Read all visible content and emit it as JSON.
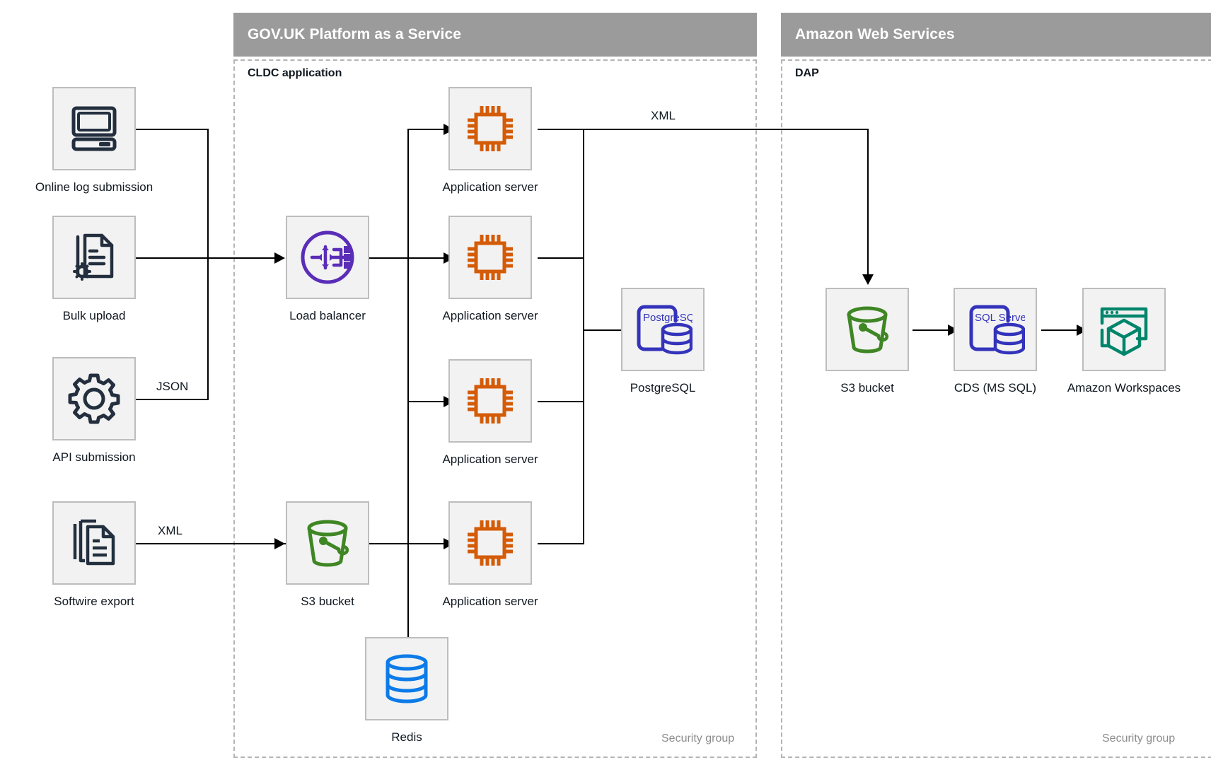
{
  "groups": [
    {
      "id": "paas",
      "title": "GOV.UK Platform as a Service",
      "sub_label": "CLDC application",
      "security_label": "Security group"
    },
    {
      "id": "aws",
      "title": "Amazon Web Services",
      "sub_label": "DAP",
      "security_label": "Security group"
    }
  ],
  "sources": [
    {
      "id": "online-log-submission",
      "label": "Online log submission",
      "icon": "desktop-computer-icon",
      "color": "#232F3E"
    },
    {
      "id": "bulk-upload",
      "label": "Bulk upload",
      "icon": "document-gear-icon",
      "color": "#232F3E"
    },
    {
      "id": "api-submission",
      "label": "API submission",
      "icon": "gear-icon",
      "color": "#232F3E"
    },
    {
      "id": "softwire-export",
      "label": "Softwire export",
      "icon": "documents-stack-icon",
      "color": "#232F3E"
    }
  ],
  "paas_nodes": [
    {
      "id": "load-balancer",
      "label": "Load balancer",
      "icon": "load-balancer-icon",
      "color": "#5A2DB8"
    },
    {
      "id": "app-server-1",
      "label": "Application server",
      "icon": "cpu-chip-icon",
      "color": "#D45B07"
    },
    {
      "id": "app-server-2",
      "label": "Application server",
      "icon": "cpu-chip-icon",
      "color": "#D45B07"
    },
    {
      "id": "app-server-3",
      "label": "Application server",
      "icon": "cpu-chip-icon",
      "color": "#D45B07"
    },
    {
      "id": "app-server-4",
      "label": "Application server",
      "icon": "cpu-chip-icon",
      "color": "#D45B07"
    },
    {
      "id": "postgresql",
      "label": "PostgreSQL",
      "icon": "postgresql-database-icon",
      "color": "#3333BB",
      "badge": "PostgreSQL"
    },
    {
      "id": "s3-bucket-paas",
      "label": "S3 bucket",
      "icon": "s3-bucket-icon",
      "color": "#3F8624"
    },
    {
      "id": "redis",
      "label": "Redis",
      "icon": "redis-database-icon",
      "color": "#0C7BE8"
    }
  ],
  "aws_nodes": [
    {
      "id": "s3-bucket-dap",
      "label": "S3 bucket",
      "icon": "s3-bucket-icon",
      "color": "#3F8624"
    },
    {
      "id": "cds-ms-sql",
      "label": "CDS (MS SQL)",
      "icon": "sql-server-database-icon",
      "color": "#3333BB",
      "badge": "SQL Server"
    },
    {
      "id": "amazon-workspaces",
      "label": "Amazon Workspaces",
      "icon": "amazon-workspaces-icon",
      "color": "#00856B"
    }
  ],
  "edge_labels": {
    "api_json": "JSON",
    "softwire_xml": "XML",
    "app_to_s3_xml": "XML"
  },
  "colors": {
    "group_header_bg": "#9B9B9B",
    "group_header_text": "#FFFFFF",
    "dashed_border": "#B4B4B4",
    "node_box_bg": "#F2F2F2",
    "node_box_border": "#BDBDBD",
    "connector": "#000000",
    "security_label": "#8C8C8C"
  }
}
